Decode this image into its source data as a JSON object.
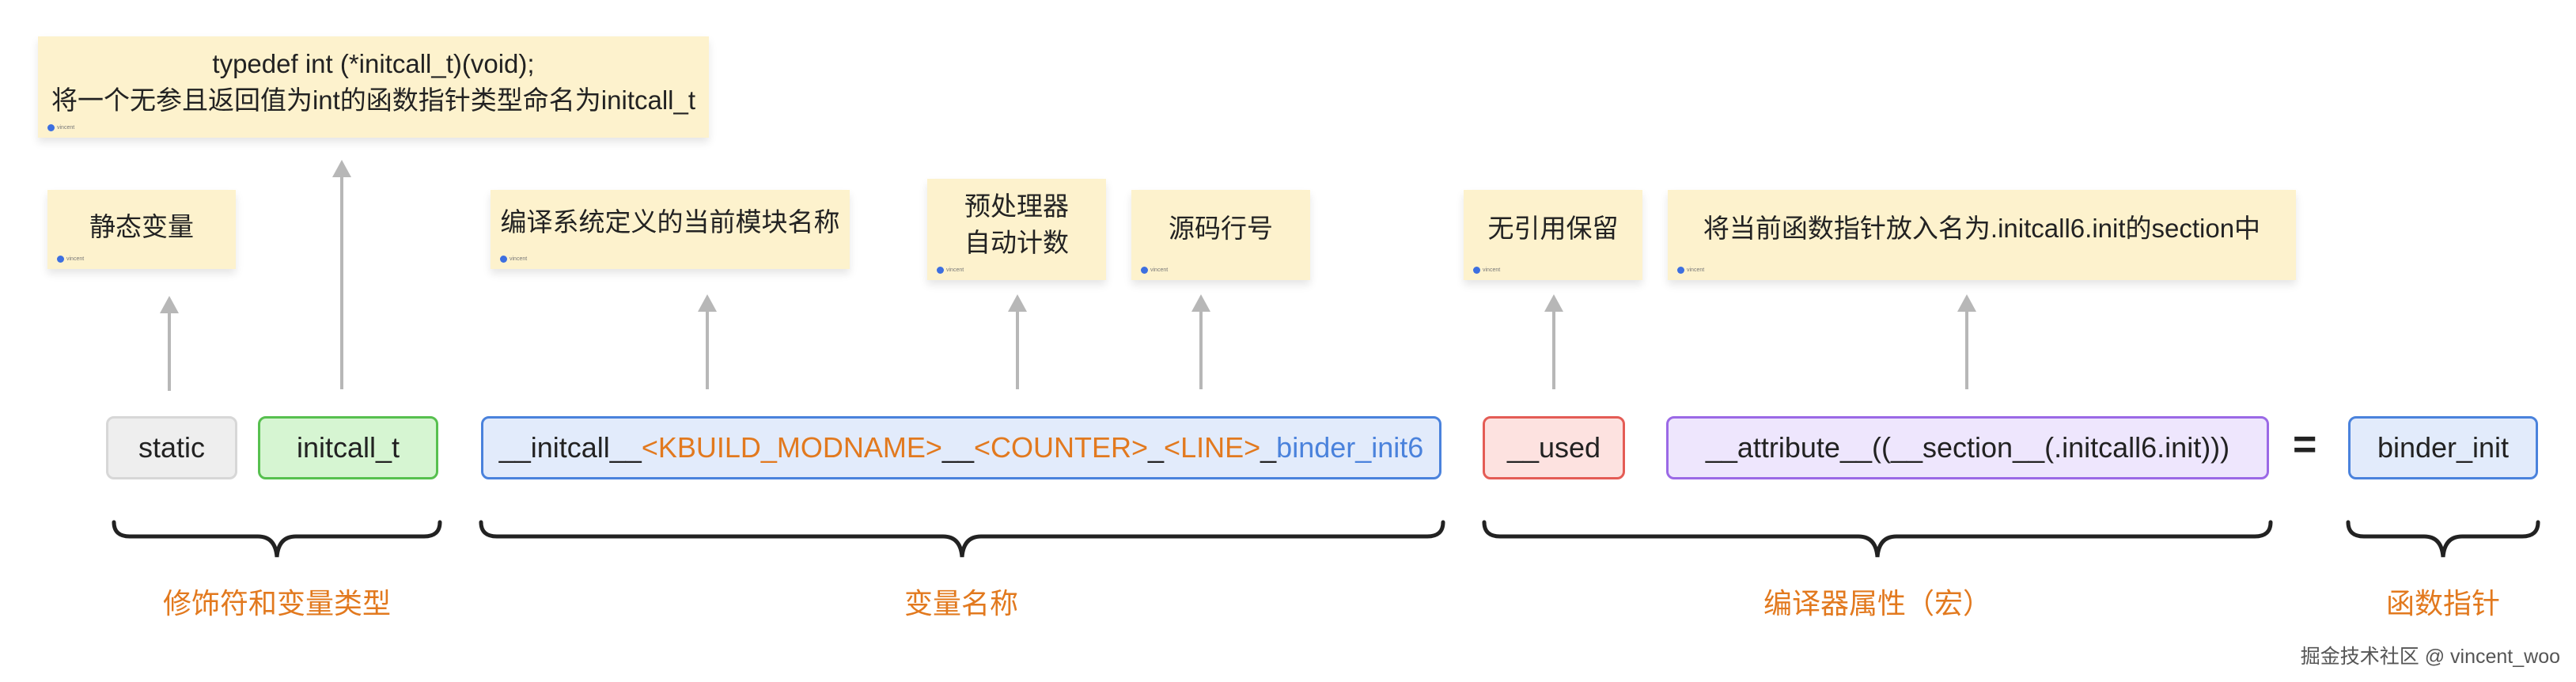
{
  "notes": {
    "typedef_line1": "typedef int (*initcall_t)(void);",
    "typedef_line2": "将一个无参且返回值为int的函数指针类型命名为initcall_t",
    "static": "静态变量",
    "modname": "编译系统定义的当前模块名称",
    "counter_line1": "预处理器",
    "counter_line2": "自动计数",
    "line": "源码行号",
    "used": "无引用保留",
    "section": "将当前函数指针放入名为.initcall6.init的section中",
    "tag": "vincent"
  },
  "boxes": {
    "static": "static",
    "initcall_t": "initcall_t",
    "var_part1": "__initcall__",
    "var_modname": "<KBUILD_MODNAME>",
    "var_sep1": "__",
    "var_counter": "<COUNTER>",
    "var_sep2": "_",
    "var_line": "<LINE>",
    "var_sep3": "_",
    "var_fn": "binder_init6",
    "used": "__used",
    "attribute": "__attribute__((__section__(.initcall6.init)))",
    "equals": "=",
    "value": "binder_init"
  },
  "categories": {
    "modifiers": "修饰符和变量类型",
    "var_name": "变量名称",
    "attrs": "编译器属性（宏）",
    "fn_ptr": "函数指针"
  },
  "watermark": "掘金技术社区 @ vincent_woo",
  "colors": {
    "note_bg": "#fdf2cd",
    "orange": "#e2791e",
    "blue": "#4a82dc",
    "green": "#57c04f",
    "red": "#e45c55",
    "purple": "#9b69e6",
    "arrow": "#b7b7b7"
  }
}
